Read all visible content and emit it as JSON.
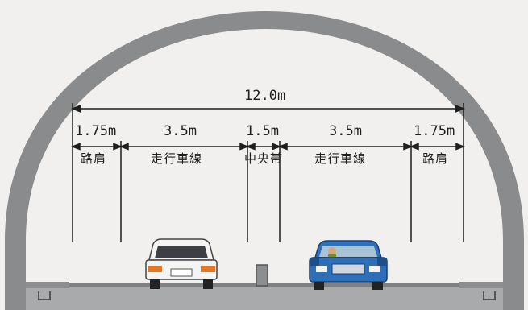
{
  "total_width": "12.0m",
  "segments": [
    {
      "width": "1.75m",
      "label": "路肩"
    },
    {
      "width": "3.5m",
      "label": "走行車線"
    },
    {
      "width": "1.5m",
      "label": "中央帯"
    },
    {
      "width": "3.5m",
      "label": "走行車線"
    },
    {
      "width": "1.75m",
      "label": "路肩"
    }
  ],
  "colors": {
    "tunnel_lining": "#8a8b8c",
    "road": "#a9aaac",
    "dimension_line": "#1e1e1e",
    "car_white": "#f4f4f4",
    "car_blue": "#2d6fb8"
  },
  "icons": [
    "tunnel-lining",
    "white-car-icon",
    "blue-car-icon",
    "median-barrier"
  ]
}
